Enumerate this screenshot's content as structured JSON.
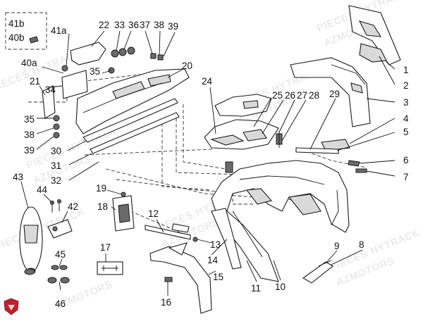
{
  "watermark": {
    "line1": "PIECES HYTRACK",
    "line2": "AZMOTORS"
  },
  "labels": {
    "p1": "1",
    "p2": "2",
    "p3": "3",
    "p4": "4",
    "p5": "5",
    "p6": "6",
    "p7": "7",
    "p8": "8",
    "p9": "9",
    "p10": "10",
    "p11": "11",
    "p12": "12",
    "p13": "13",
    "p14": "14",
    "p15": "15",
    "p16": "16",
    "p17": "17",
    "p18": "18",
    "p19": "19",
    "p20": "20",
    "p21": "21",
    "p22": "22",
    "p24": "24",
    "p25": "25",
    "p26": "26",
    "p27": "27",
    "p28": "28",
    "p29": "29",
    "p30": "30",
    "p31": "31",
    "p32": "32",
    "p33": "33",
    "p34": "34",
    "p35a": "35",
    "p35b": "35",
    "p36": "36",
    "p37": "37",
    "p38a": "38",
    "p38b": "38",
    "p39a": "39",
    "p39b": "39",
    "p40a": "40a",
    "p40b": "40b",
    "p41a": "41a",
    "p41b": "41b",
    "p42": "42",
    "p43": "43",
    "p44": "44",
    "p45": "45",
    "p46": "46"
  },
  "colors": {
    "line": "#1a1a1a",
    "watermark": "#c9c9c9",
    "logo": "#c0202a"
  },
  "icons": {
    "logo": "brand-shield-icon"
  }
}
